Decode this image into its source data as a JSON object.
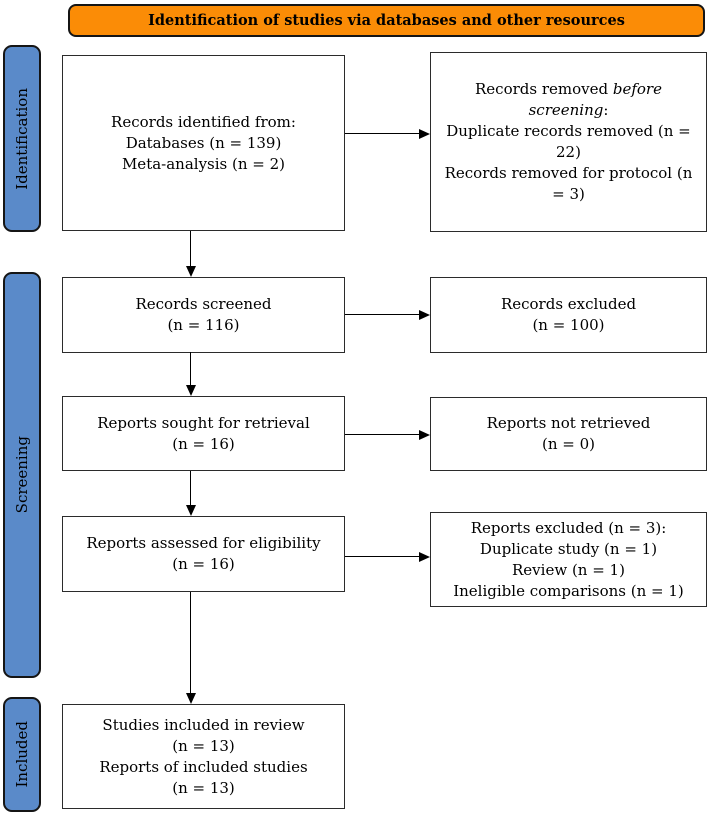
{
  "header": {
    "title": "Identification of studies via databases and other resources"
  },
  "sidebar": {
    "items": [
      {
        "label": "Identification"
      },
      {
        "label": "Screening"
      },
      {
        "label": "Included"
      }
    ]
  },
  "colors": {
    "banner_orange": "#FB8C06",
    "sidebar_blue": "#5A8AC9",
    "border_black": "#151515"
  },
  "boxes": {
    "records_identified": {
      "lines": [
        "Records identified from:",
        "Databases (n = 139)",
        "Meta-analysis (n = 2)"
      ]
    },
    "records_removed": {
      "line1_normal": "Records removed ",
      "line1_italic": "before",
      "line2_italic": "screening",
      "line2_suffix": ":",
      "lines": [
        "Duplicate records removed (n = 22)",
        "Records removed for protocol (n = 3)"
      ]
    },
    "records_screened": {
      "lines": [
        "Records screened",
        "(n = 116)"
      ]
    },
    "records_excluded": {
      "lines": [
        "Records excluded",
        "(n = 100)"
      ]
    },
    "reports_sought": {
      "lines": [
        "Reports sought for retrieval",
        "(n = 16)"
      ]
    },
    "reports_not_retrieved": {
      "lines": [
        "Reports not retrieved",
        "(n = 0)"
      ]
    },
    "reports_assessed": {
      "lines": [
        "Reports assessed for eligibility",
        "(n = 16)"
      ]
    },
    "reports_excluded": {
      "lines": [
        "Reports excluded (n = 3):",
        "Duplicate study (n = 1)",
        "Review (n = 1)",
        "Ineligible comparisons (n = 1)"
      ]
    },
    "studies_included": {
      "lines": [
        "Studies included in review",
        "(n = 13)",
        "Reports of included studies",
        "(n = 13)"
      ]
    }
  }
}
